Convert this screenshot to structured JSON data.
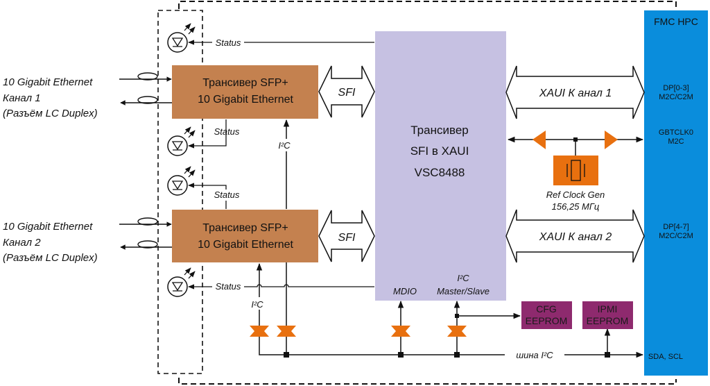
{
  "colors": {
    "sfp_block": "#c4814f",
    "phy_block": "#c6c1e2",
    "fmc_connector": "#0a8ddc",
    "eeprom_block": "#8e2a6e",
    "buffer": "#e8700f",
    "clock_gen": "#e8700f",
    "line": "#111111"
  },
  "channel1": {
    "line1": "10 Gigabit Ethernet",
    "line2": "Канал 1",
    "line3": "(Разъём LC Duplex)"
  },
  "channel2": {
    "line1": "10 Gigabit Ethernet",
    "line2": "Канал 2",
    "line3": "(Разъём LC Duplex)"
  },
  "sfp1": {
    "line1": "Трансивер SFP+",
    "line2": "10 Gigabit Ethernet"
  },
  "sfp2": {
    "line1": "Трансивер SFP+",
    "line2": "10 Gigabit Ethernet"
  },
  "sfi1_label": "SFI",
  "sfi2_label": "SFI",
  "phy": {
    "line1": "Трансивер",
    "line2": "SFI в  XAUI",
    "line3": "VSC8488",
    "mdio": "MDIO",
    "i2c_line1": "I²C",
    "i2c_line2": "Master/Slave"
  },
  "xaui1_label": "XAUI К анал 1",
  "xaui2_label": "XAUI К анал 2",
  "status_labels": [
    "Status",
    "Status",
    "Status",
    "Status"
  ],
  "i2c_labels": {
    "sfp_link": "I²C",
    "bus_left": "I²C",
    "bus_name": "шина I²C"
  },
  "ref_clock": {
    "line1": "Ref Clock Gen",
    "line2": "156,25 МГц"
  },
  "cfg_eeprom": {
    "line1": "CFG",
    "line2": "EEPROM"
  },
  "ipmi_eeprom": {
    "line1": "IPMI",
    "line2": "EEPROM"
  },
  "fmc": {
    "title": "FMC  HPC",
    "dp03_line1": "DP[0-3]",
    "dp03_line2": "M2C/C2M",
    "gbtclk_line1": "GBTCLK0",
    "gbtclk_line2": "M2C",
    "dp47_line1": "DP[4-7]",
    "dp47_line2": "M2C/C2M",
    "sda_scl": "SDA, SCL"
  }
}
